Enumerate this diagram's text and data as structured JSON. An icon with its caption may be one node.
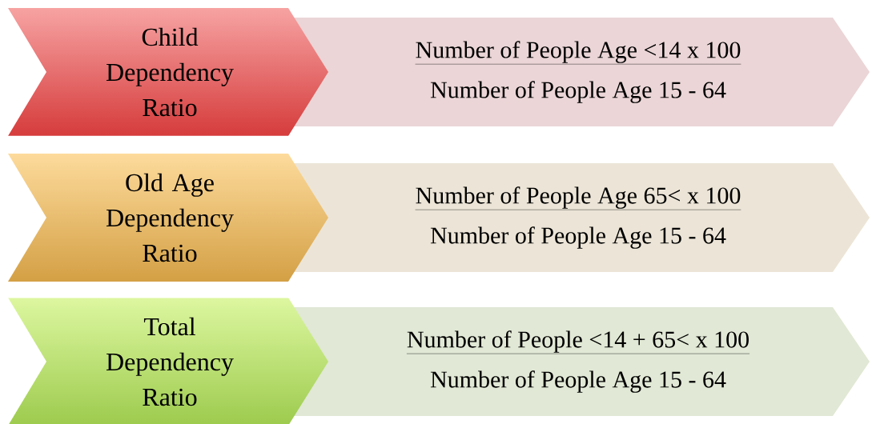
{
  "diagram": {
    "nodes": [
      {
        "text": [
          "Child Dependency Ratio"
        ]
      },
      {
        "text": [
          "Number of People Age <14 x 100",
          "Number of People Age 15 - 64"
        ]
      },
      {
        "text": [
          "Old Age Dependency Ratio"
        ]
      },
      {
        "text": [
          "Number of People Age 65< x 100",
          "Number of People Age 15 - 64"
        ]
      },
      {
        "text": [
          "Total Dependency Ratio"
        ]
      },
      {
        "text": [
          "Number of People <14 + 65< x 100",
          "Number of People Age 15 - 64"
        ]
      }
    ]
  }
}
